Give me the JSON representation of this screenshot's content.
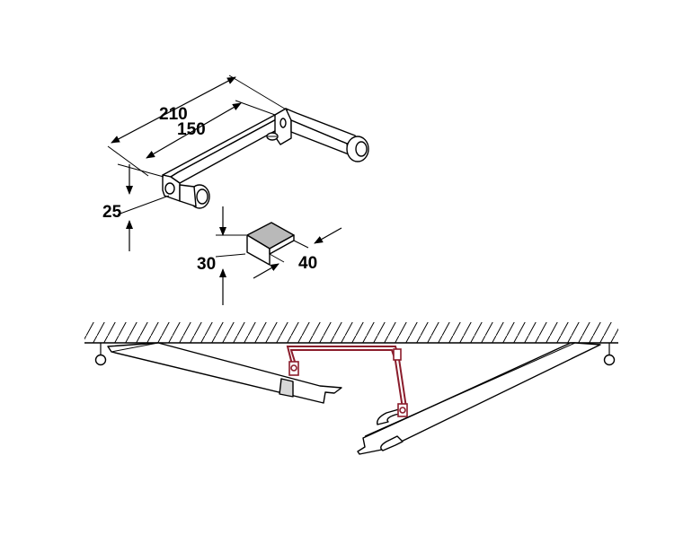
{
  "dimensions": {
    "length_overall": "210",
    "length_inner": "150",
    "height_bracket": "25",
    "height_plate": "30",
    "width_plate": "40"
  },
  "colors": {
    "line": "#000000",
    "linkage": "#8a1c2b",
    "plate_fill": "#b9b9b9"
  }
}
